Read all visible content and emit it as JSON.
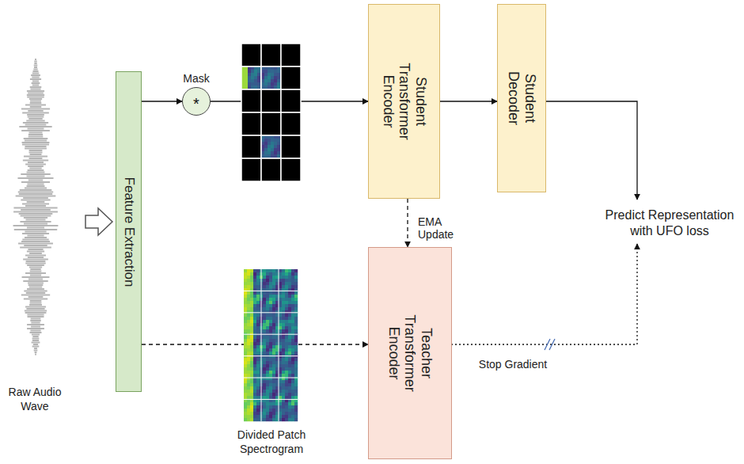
{
  "diagram": {
    "nodes": [
      {
        "text": [
          "Feature Extraction"
        ]
      },
      {
        "text": [
          "Mask",
          "*"
        ]
      },
      {
        "text": [
          "Student Transformer Encoder"
        ]
      },
      {
        "text": [
          "Student Decoder"
        ]
      },
      {
        "text": [
          "Teacher Transformer Encoder"
        ]
      }
    ],
    "edges": [
      {
        "from": 0,
        "to": 1,
        "arrow": "to"
      },
      {
        "from": 1,
        "to": 2,
        "arrow": "to"
      },
      {
        "from": 2,
        "to": 3,
        "arrow": "to"
      },
      {
        "from": 2,
        "to": 4,
        "label": "EMA Update",
        "arrow": "to"
      },
      {
        "from": 0,
        "to": 4,
        "arrow": "to"
      }
    ],
    "labels": [
      "Raw Audio Wave",
      "Divided Patch Spectrogram",
      "Predict Representation with UFO loss",
      "Stop Gradient"
    ]
  }
}
